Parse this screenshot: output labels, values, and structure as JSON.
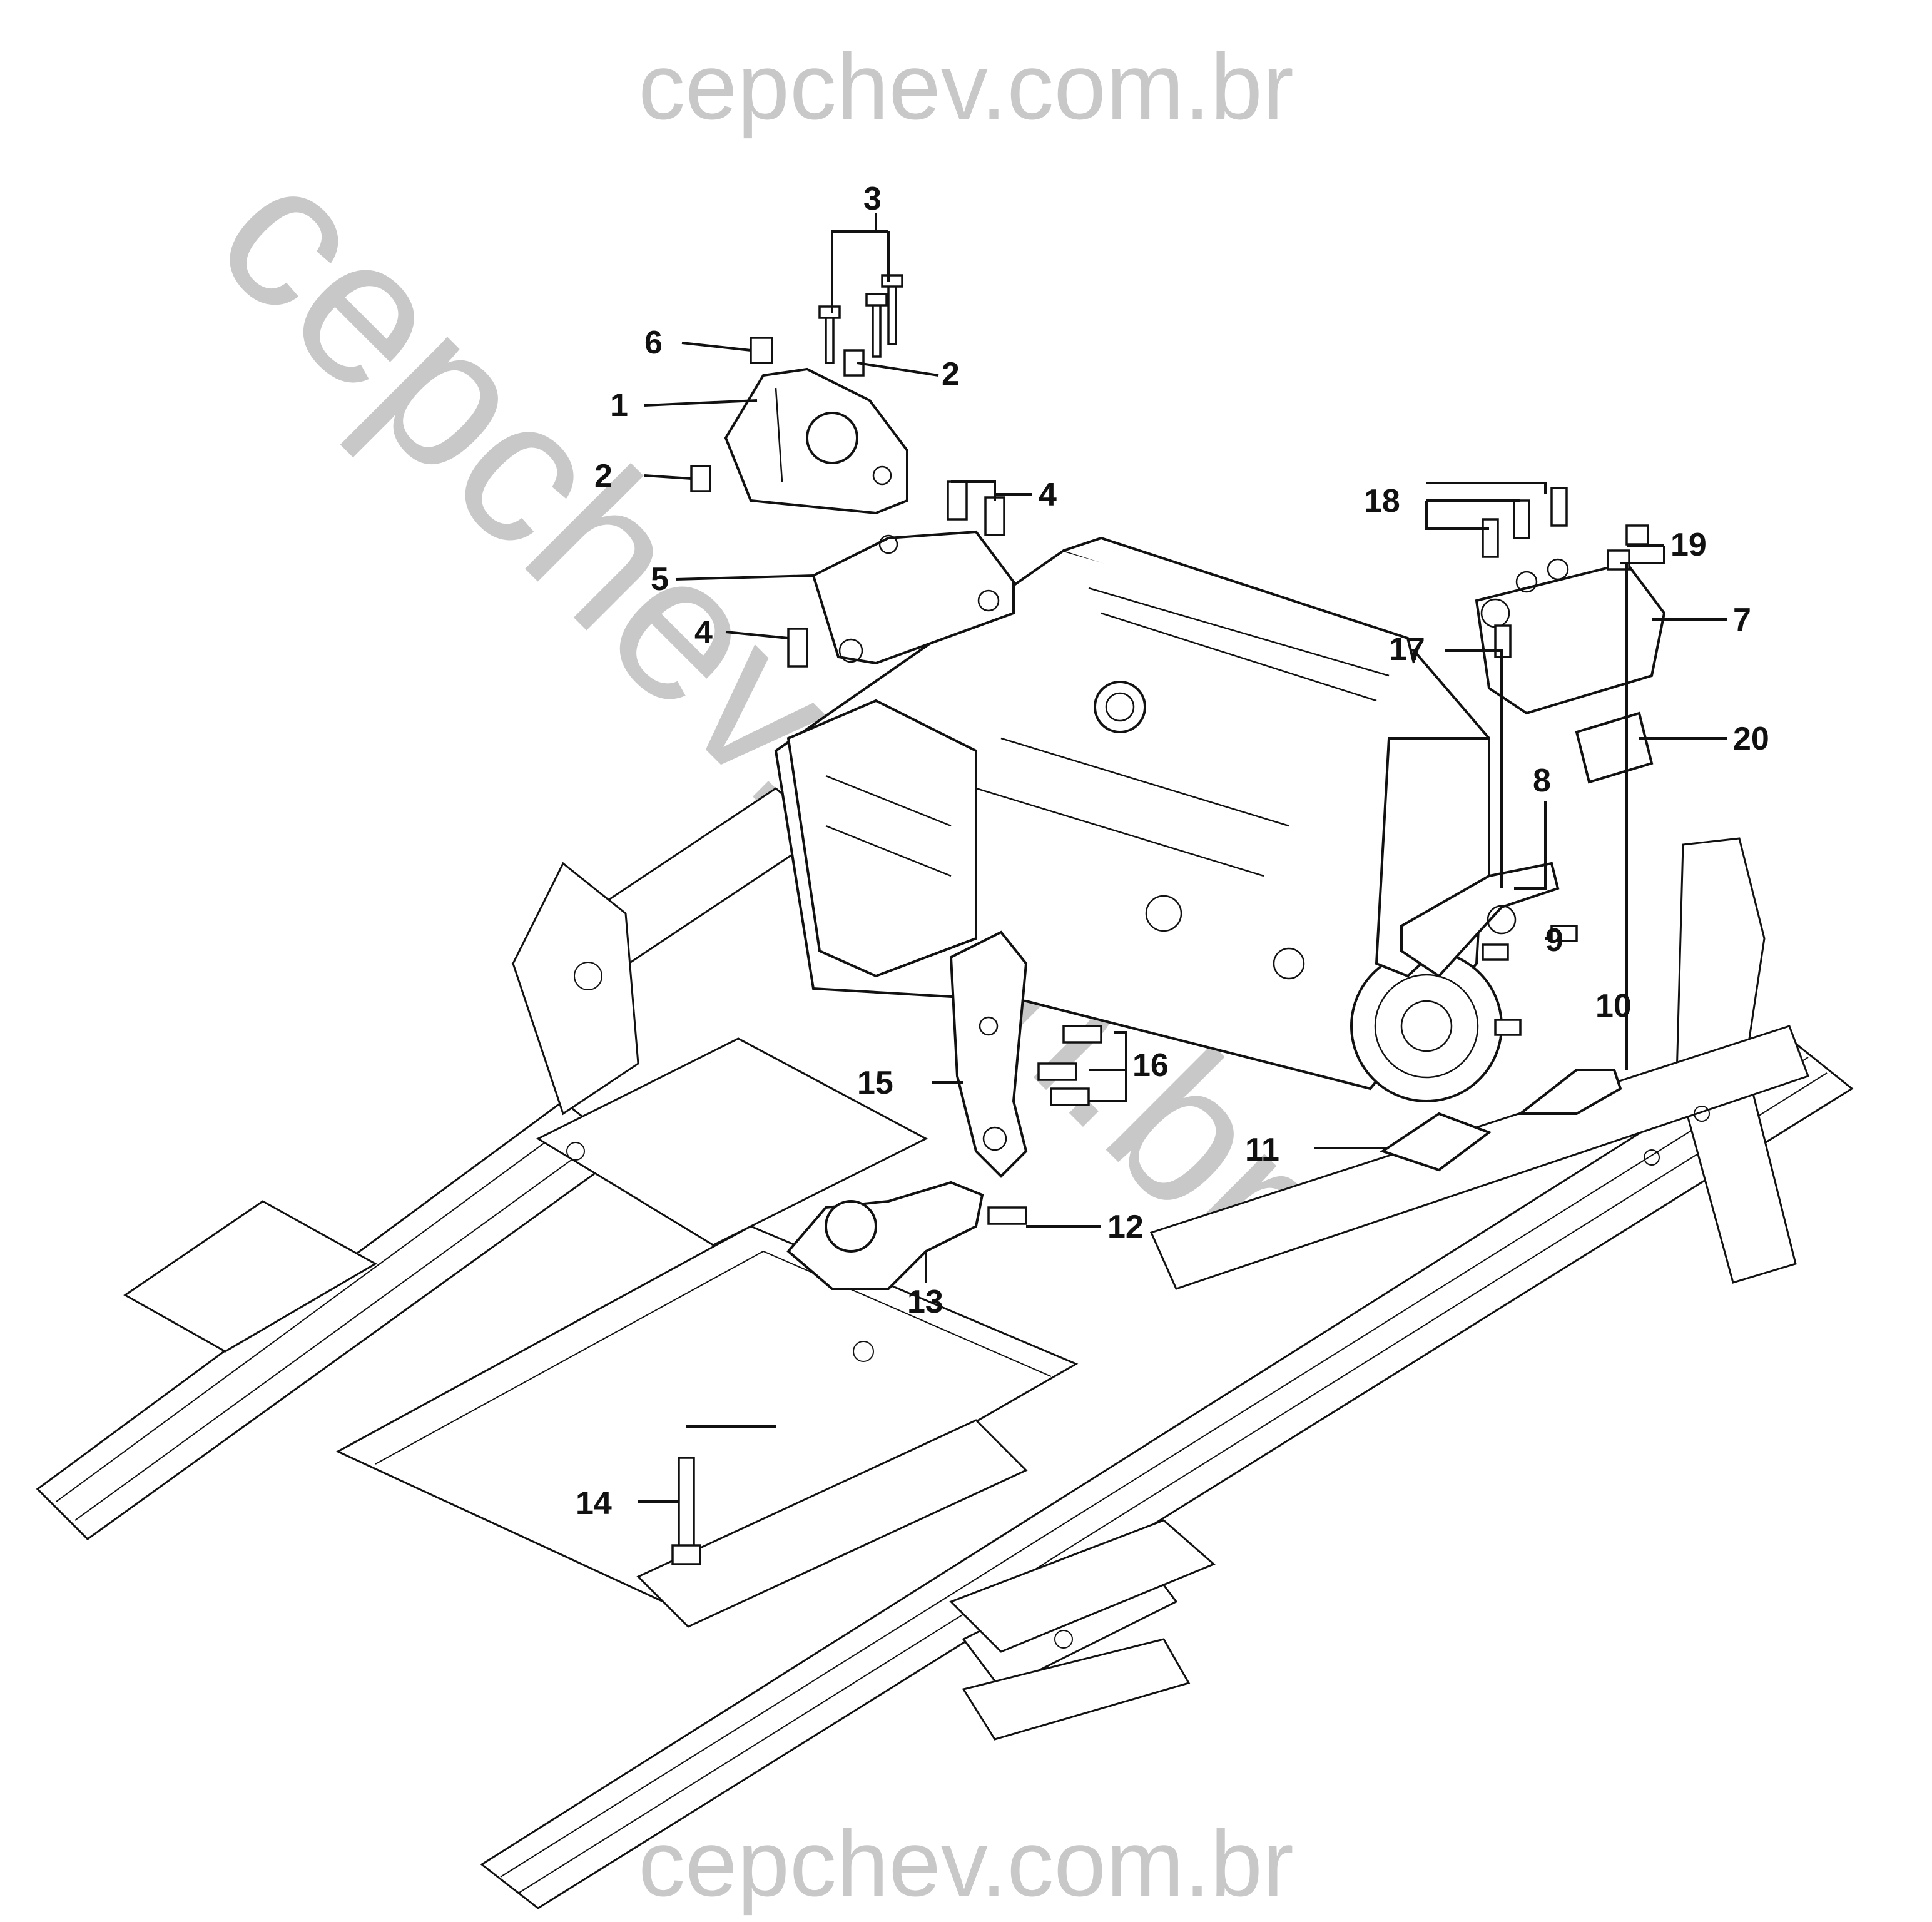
{
  "watermark": {
    "top": "cepchev.com.br",
    "bottom": "cepchev.com.br",
    "diagonal": "cepchev.com.br"
  },
  "callouts": [
    {
      "id": "1",
      "label": "1"
    },
    {
      "id": "2a",
      "label": "2"
    },
    {
      "id": "2b",
      "label": "2"
    },
    {
      "id": "3",
      "label": "3"
    },
    {
      "id": "4a",
      "label": "4"
    },
    {
      "id": "4b",
      "label": "4"
    },
    {
      "id": "5",
      "label": "5"
    },
    {
      "id": "6",
      "label": "6"
    },
    {
      "id": "7",
      "label": "7"
    },
    {
      "id": "8",
      "label": "8"
    },
    {
      "id": "9",
      "label": "9"
    },
    {
      "id": "10",
      "label": "10"
    },
    {
      "id": "11",
      "label": "11"
    },
    {
      "id": "12",
      "label": "12"
    },
    {
      "id": "13",
      "label": "13"
    },
    {
      "id": "14",
      "label": "14"
    },
    {
      "id": "15",
      "label": "15"
    },
    {
      "id": "16",
      "label": "16"
    },
    {
      "id": "17",
      "label": "17"
    },
    {
      "id": "18",
      "label": "18"
    },
    {
      "id": "19",
      "label": "19"
    },
    {
      "id": "20",
      "label": "20"
    }
  ],
  "icons": [
    "engine-assembly-icon",
    "subframe-icon",
    "mount-bracket-icon",
    "bolt-icon"
  ],
  "colors": {
    "line": "#111111",
    "watermark": "#c8c8c8",
    "background": "#ffffff"
  }
}
